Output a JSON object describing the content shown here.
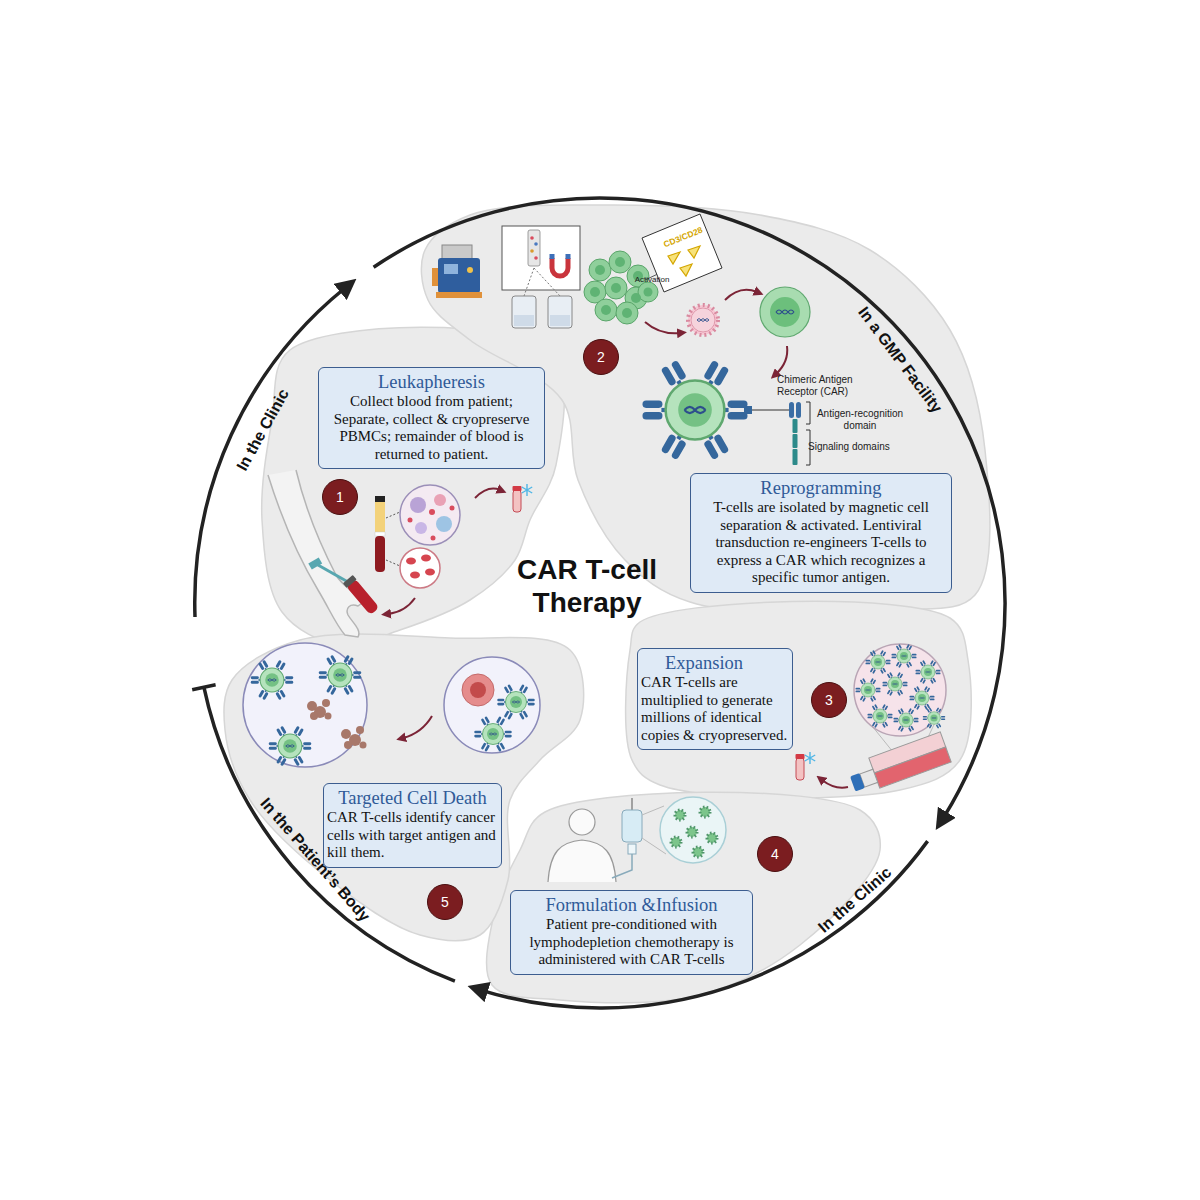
{
  "diagram": {
    "title": "CAR T-cell Therapy",
    "nodes": [
      {
        "text": [
          "Leukapheresis",
          "Collect blood from patient; Separate, collect & cryopreserve PBMCs; remainder of blood is returned to patient."
        ]
      },
      {
        "text": [
          "1"
        ]
      },
      {
        "text": [
          "2"
        ]
      },
      {
        "text": [
          "Reprogramming",
          "T-cells are isolated by magnetic cell separation & activated. Lentiviral transduction re-engineers T-cells to express a CAR which recognizes a specific tumor antigen."
        ]
      },
      {
        "text": [
          "Expansion",
          "CAR T-cells are multiplied to generate millions of identical copies & cryopreserved."
        ]
      },
      {
        "text": [
          "3"
        ]
      },
      {
        "text": [
          "4"
        ]
      },
      {
        "text": [
          "Formulation &Infusion",
          "Patient pre-conditioned with lymphodepletion chemotherapy is administered with CAR T-cells"
        ]
      },
      {
        "text": [
          "Targeted Cell Death",
          "CAR T-cells identify cancer cells with target antigen and kill them."
        ]
      },
      {
        "text": [
          "5"
        ]
      }
    ],
    "labels": [
      "In the Clinic",
      "In a GMP Facility",
      "In the Clinic",
      "In the Patient’s Body",
      "CD3/CD28",
      "Activation",
      "Chimeric Antigen Receptor (CAR)",
      "Antigen-recognition domain",
      "Signaling domains"
    ]
  }
}
